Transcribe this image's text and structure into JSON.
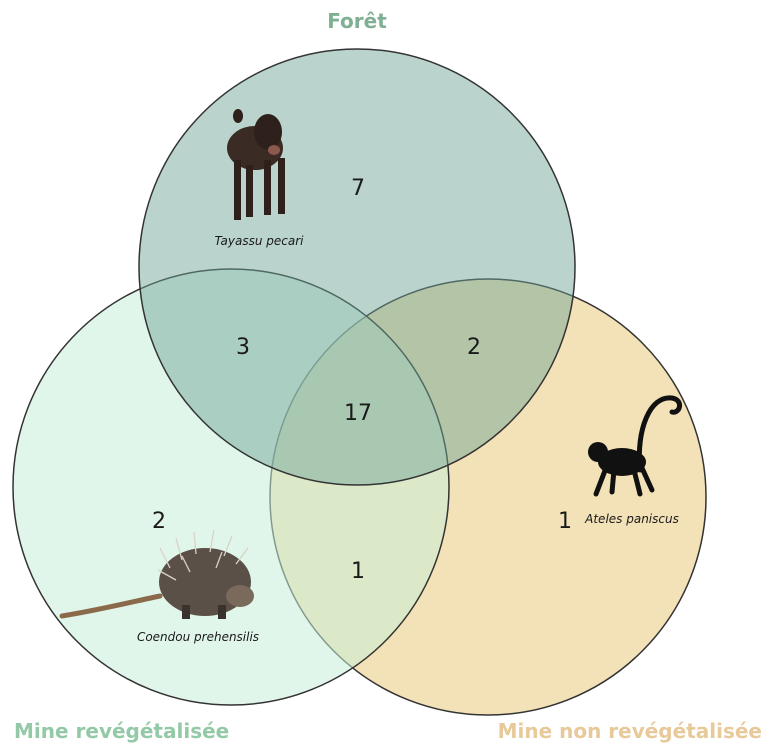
{
  "sets": {
    "foret": {
      "label": "Forêt",
      "color": "#7fb093",
      "fill": "#6fa596"
    },
    "mine_reveg": {
      "label": "Mine revégétalisée",
      "color": "#93c9a6",
      "fill": "#c9efd9"
    },
    "mine_non_reveg": {
      "label": "Mine non revégétalisée",
      "color": "#e7c99a",
      "fill": "#f1ddaa"
    }
  },
  "counts": {
    "foret_only": "7",
    "foret_reveg": "3",
    "foret_nonreveg": "2",
    "all_three": "17",
    "reveg_only": "2",
    "reveg_nonreveg": "1",
    "nonreveg_only": "1"
  },
  "species": {
    "foret": "Tayassu  pecari",
    "mine_reveg": "Coendou prehensilis",
    "mine_non_reveg": "Ateles paniscus"
  },
  "illustrations": {
    "foret": "peccary-illustration",
    "mine_reveg": "porcupine-illustration",
    "mine_non_reveg": "spider-monkey-illustration"
  }
}
